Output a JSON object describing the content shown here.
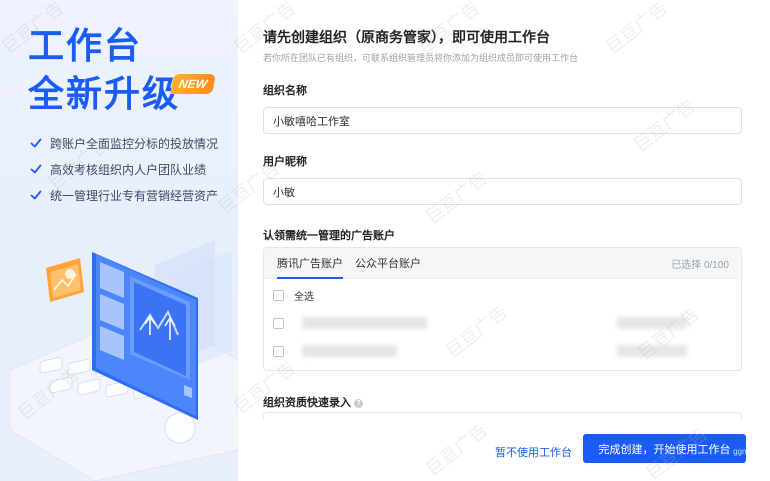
{
  "promo": {
    "title_line1": "工作台",
    "title_line2": "全新升级",
    "badge": "NEW",
    "features": [
      "跨账户全面监控分标的投放情况",
      "高效考核组织内人户团队业绩",
      "统一管理行业专有营销经营资产"
    ]
  },
  "form": {
    "heading": "请先创建组织（原商务管家），即可使用工作台",
    "subheading": "若你所在团队已有组织，可联系组织管理员将你添加为组织成员即可使用工作台",
    "org_name_label": "组织名称",
    "org_name_value": "小敏嘻哈工作室",
    "nickname_label": "用户昵称",
    "nickname_value": "小敏",
    "accounts_label": "认领需统一管理的广告账户",
    "tabs": [
      "腾讯广告账户",
      "公众平台账户"
    ],
    "selected_count": "已选择 0/100",
    "select_all": "全选",
    "qualification_label": "组织资质快速录入",
    "help_glyph": "?"
  },
  "footer": {
    "skip_label": "暂不使用工作台",
    "submit_label": "完成创建，开始使用工作台"
  },
  "watermark": {
    "text": "巨亘广告",
    "corner_line1": "巨亘",
    "corner_line2": "ggm.net"
  },
  "colors": {
    "brand": "#1a5cf5",
    "badge": "#ff9a24"
  }
}
